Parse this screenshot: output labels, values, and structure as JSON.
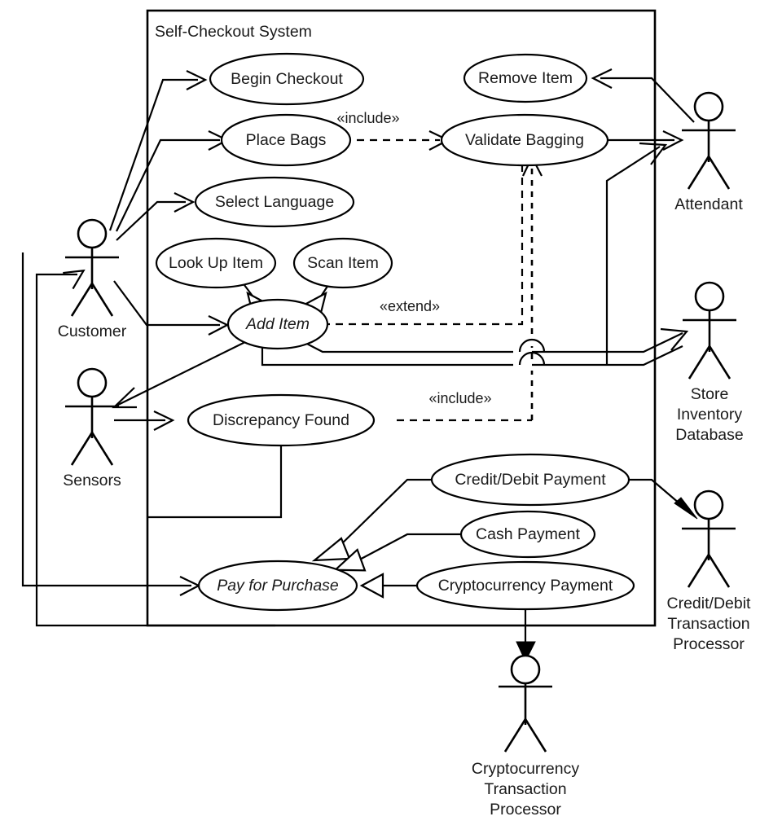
{
  "diagram": {
    "kind": "uml-use-case-diagram",
    "boundary_title": "Self-Checkout System"
  },
  "use_cases": [
    {
      "id": "begin_checkout",
      "label": "Begin Checkout",
      "abstract": false
    },
    {
      "id": "place_bags",
      "label": "Place Bags",
      "abstract": false
    },
    {
      "id": "select_language",
      "label": "Select Language",
      "abstract": false
    },
    {
      "id": "look_up_item",
      "label": "Look Up Item",
      "abstract": false
    },
    {
      "id": "scan_item",
      "label": "Scan Item",
      "abstract": false
    },
    {
      "id": "add_item",
      "label": "Add Item",
      "abstract": true
    },
    {
      "id": "remove_item",
      "label": "Remove Item",
      "abstract": false
    },
    {
      "id": "validate_bagging",
      "label": "Validate Bagging",
      "abstract": false
    },
    {
      "id": "discrepancy",
      "label": "Discrepancy Found",
      "abstract": false
    },
    {
      "id": "credit_debit",
      "label": "Credit/Debit Payment",
      "abstract": false
    },
    {
      "id": "cash",
      "label": "Cash Payment",
      "abstract": false
    },
    {
      "id": "crypto",
      "label": "Cryptocurrency Payment",
      "abstract": false
    },
    {
      "id": "pay",
      "label": "Pay for Purchase",
      "abstract": true
    }
  ],
  "actors": [
    {
      "id": "customer",
      "label": "Customer",
      "lines": [
        "Customer"
      ]
    },
    {
      "id": "sensors",
      "label": "Sensors",
      "lines": [
        "Sensors"
      ]
    },
    {
      "id": "attendant",
      "label": "Attendant",
      "lines": [
        "Attendant"
      ]
    },
    {
      "id": "inventory",
      "label": "Store Inventory Database",
      "lines": [
        "Store",
        "Inventory",
        "Database"
      ]
    },
    {
      "id": "cc_proc",
      "label": "Credit/Debit Transaction Processor",
      "lines": [
        "Credit/Debit",
        "Transaction",
        "Processor"
      ]
    },
    {
      "id": "crypto_proc",
      "label": "Cryptocurrency Transaction Processor",
      "lines": [
        "Cryptocurrency",
        "Transaction",
        "Processor"
      ]
    }
  ],
  "stereotypes": {
    "include_bagging": "«include»",
    "extend_add_item": "«extend»",
    "include_discrepancy": "«include»"
  },
  "relationships": [
    {
      "type": "association",
      "from": "customer",
      "to": "begin_checkout"
    },
    {
      "type": "association",
      "from": "customer",
      "to": "place_bags"
    },
    {
      "type": "association",
      "from": "customer",
      "to": "select_language"
    },
    {
      "type": "association",
      "from": "customer",
      "to": "add_item"
    },
    {
      "type": "association",
      "from": "customer",
      "to": "pay"
    },
    {
      "type": "association",
      "from": "add_item",
      "to": "sensors"
    },
    {
      "type": "association",
      "from": "sensors",
      "to": "discrepancy"
    },
    {
      "type": "association",
      "from": "validate_bagging",
      "to": "attendant"
    },
    {
      "type": "association",
      "from": "attendant",
      "to": "remove_item"
    },
    {
      "type": "association",
      "from": "add_item",
      "to": "attendant"
    },
    {
      "type": "association",
      "from": "add_item",
      "to": "inventory"
    },
    {
      "type": "association",
      "from": "credit_debit",
      "to": "cc_proc"
    },
    {
      "type": "association",
      "from": "crypto",
      "to": "crypto_proc"
    },
    {
      "type": "association",
      "from": "pay",
      "to": "customer"
    },
    {
      "type": "include",
      "from": "place_bags",
      "to": "validate_bagging",
      "label": "«include»"
    },
    {
      "type": "include",
      "from": "discrepancy",
      "to": "validate_bagging",
      "label": "«include»"
    },
    {
      "type": "extend",
      "from": "validate_bagging",
      "to": "add_item",
      "label": "«extend»"
    },
    {
      "type": "generalization",
      "from": "look_up_item",
      "to": "add_item"
    },
    {
      "type": "generalization",
      "from": "scan_item",
      "to": "add_item"
    },
    {
      "type": "generalization",
      "from": "credit_debit",
      "to": "pay"
    },
    {
      "type": "generalization",
      "from": "cash",
      "to": "pay"
    },
    {
      "type": "generalization",
      "from": "crypto",
      "to": "pay"
    }
  ],
  "colors": {
    "stroke": "#000000",
    "fill": "#ffffff",
    "text": "#1a1a1a"
  }
}
